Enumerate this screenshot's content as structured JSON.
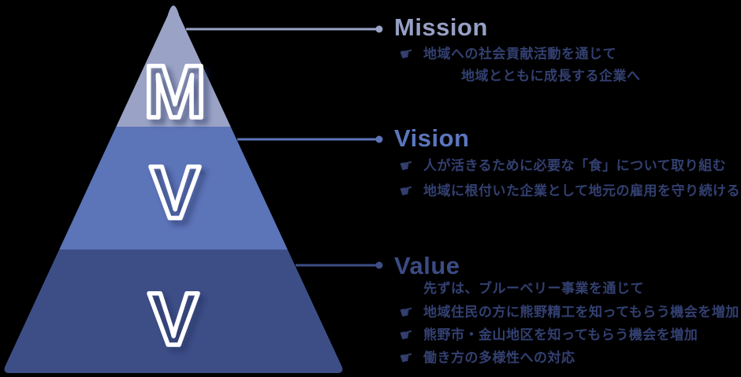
{
  "canvas": {
    "background": "#000000"
  },
  "icon": {
    "glyph": "☛",
    "meaning": "pointing-hand-bullet"
  },
  "body_text_color": "#33406F",
  "pyramid": {
    "letter_outline_color": "#FFFFFF",
    "tiers": [
      {
        "letter": "M",
        "name": "Mission",
        "color": "#9AA3C6"
      },
      {
        "letter": "V",
        "name": "Vision",
        "color": "#5C74B8"
      },
      {
        "letter": "V",
        "name": "Value",
        "color": "#3D4E87"
      }
    ]
  },
  "sections": [
    {
      "title": "Mission",
      "title_color": "#96A0C5",
      "lines": [
        {
          "icon": true,
          "text": "地域への社会貢献活動を通じて"
        },
        {
          "icon": false,
          "text": "地域とともに成長する企業へ"
        }
      ]
    },
    {
      "title": "Vision",
      "title_color": "#5C76BD",
      "lines": [
        {
          "icon": true,
          "text": "人が活きるために必要な「食」について取り組む"
        },
        {
          "icon": true,
          "text": "地域に根付いた企業として地元の雇用を守り続ける"
        }
      ]
    },
    {
      "title": "Value",
      "title_color": "#3B4B84",
      "lines": [
        {
          "icon": false,
          "text": "先ずは、ブルーベリー事業を通じて"
        },
        {
          "icon": true,
          "text": "地域住民の方に熊野精工を知ってもらう機会を増加"
        },
        {
          "icon": true,
          "text": "熊野市・金山地区を知ってもらう機会を増加"
        },
        {
          "icon": true,
          "text": "働き方の多様性への対応"
        }
      ]
    }
  ]
}
